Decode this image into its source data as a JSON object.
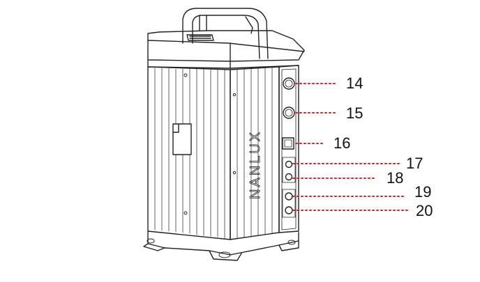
{
  "brand_lettering": "NANLUX",
  "callouts": [
    {
      "id": "14",
      "label": "14"
    },
    {
      "id": "15",
      "label": "15"
    },
    {
      "id": "16",
      "label": "16"
    },
    {
      "id": "17",
      "label": "17"
    },
    {
      "id": "18",
      "label": "18"
    },
    {
      "id": "19",
      "label": "19"
    },
    {
      "id": "20",
      "label": "20"
    }
  ],
  "colors": {
    "outline": "#222222",
    "callout_dots": "#d8202a",
    "label_text": "#111111",
    "background": "#ffffff"
  },
  "icons": [
    "multi-pin-connector-icon",
    "power-socket-icon",
    "round-port-icon"
  ]
}
